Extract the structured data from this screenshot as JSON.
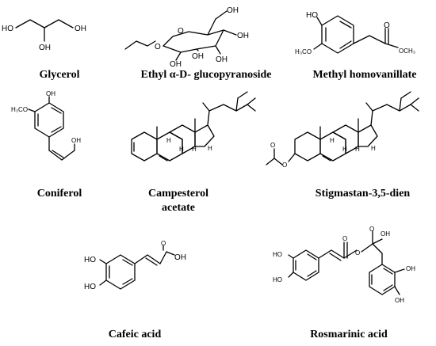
{
  "compounds": [
    {
      "id": "glycerol",
      "name": "Glycerol"
    },
    {
      "id": "ethyl-glucopyranoside",
      "name": "Ethyl α-D- glucopyranoside"
    },
    {
      "id": "methyl-homovanillate",
      "name": "Methyl homovanillate"
    },
    {
      "id": "coniferol",
      "name": "Coniferol"
    },
    {
      "id": "campesterol-acetate",
      "name": "Campesterol",
      "name_line2": "acetate"
    },
    {
      "id": "stigmastan-dien",
      "name": "Stigmastan-3,5-dien"
    },
    {
      "id": "caffeic-acid",
      "name": "Cafeic acid"
    },
    {
      "id": "rosmarinic-acid",
      "name": "Rosmarinic acid"
    }
  ],
  "atom_labels": {
    "oh": "OH",
    "ho": "HO",
    "h3co": "H₃CO",
    "och3": "OCH₃",
    "o": "O",
    "h": "H"
  }
}
